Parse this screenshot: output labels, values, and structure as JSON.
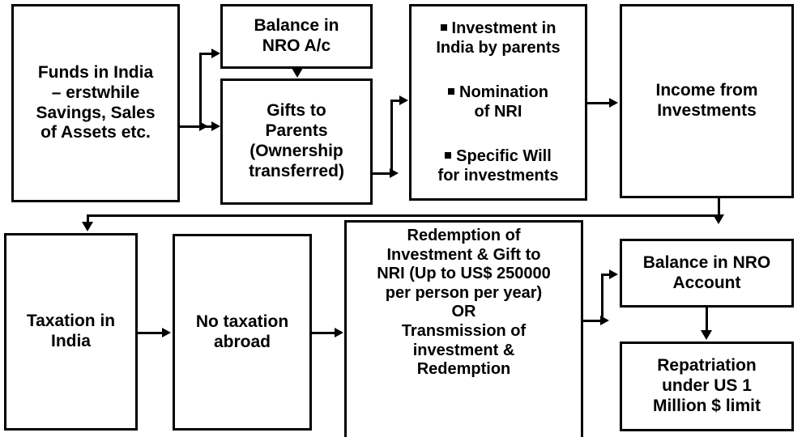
{
  "diagram": {
    "title_hidden": "NRI funds flow chart",
    "boxes": {
      "funds_in_india": {
        "lines": [
          "Funds in India",
          "– erstwhile",
          "Savings, Sales",
          "of Assets etc."
        ]
      },
      "balance_nro_ac": {
        "lines": [
          "Balance in",
          "NRO A/c"
        ]
      },
      "gifts_to_parents": {
        "lines": [
          "Gifts to",
          "Parents",
          "(Ownership",
          "transferred)"
        ]
      },
      "investment_in_india": {
        "items": [
          {
            "bullet": true,
            "lines": [
              "Investment in",
              "India by parents"
            ]
          },
          {
            "bullet": true,
            "lines": [
              "Nomination",
              "of NRI"
            ]
          },
          {
            "bullet": true,
            "lines": [
              "Specific Will",
              "for investments"
            ]
          }
        ]
      },
      "income_from_investments": {
        "lines": [
          "Income from",
          "Investments"
        ]
      },
      "taxation_in_india": {
        "lines": [
          "Taxation in",
          "India"
        ]
      },
      "no_taxation_abroad": {
        "lines": [
          "No taxation",
          "abroad"
        ]
      },
      "redemption": {
        "lines": [
          "Redemption of",
          "Investment & Gift to",
          "NRI (Up to US$ 250000",
          "per person per year)",
          "OR",
          "Transmission of",
          "investment &",
          "Redemption"
        ]
      },
      "balance_nro_account": {
        "lines": [
          "Balance in NRO",
          "Account"
        ]
      },
      "repatriation": {
        "lines": [
          "Repatriation",
          "under US 1",
          "Million $ limit"
        ]
      }
    },
    "colors": {
      "stroke": "#000000",
      "background": "#ffffff",
      "text": "#000000"
    }
  }
}
